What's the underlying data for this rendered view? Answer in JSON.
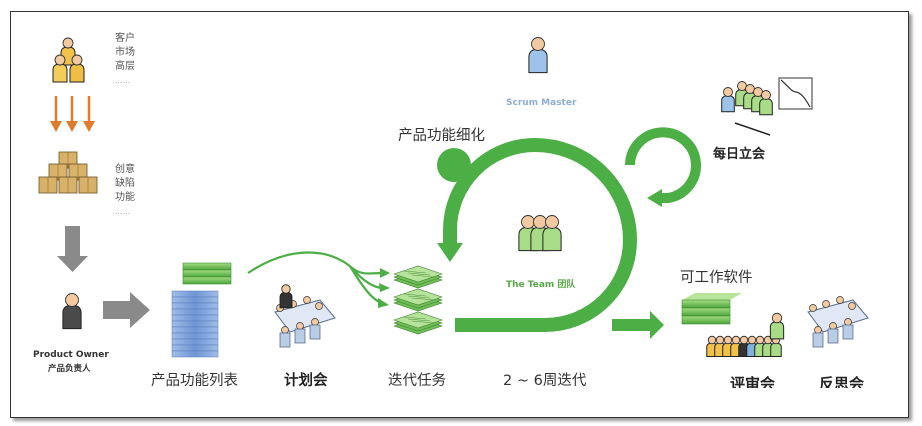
{
  "colors": {
    "green": "#4caf45",
    "green_light": "#9fd67e",
    "orange": "#e07b2e",
    "grey_arrow": "#8a8a8a",
    "blue_stack": "#7ea4dc",
    "scrum_master_text": "#8faed6",
    "team_text": "#5aa84a"
  },
  "stakeholders": {
    "icon": "group-people-icon",
    "lines": [
      "客户",
      "市场",
      "高层"
    ],
    "more": "……"
  },
  "inputs": {
    "icon": "stacked-boxes-icon",
    "lines": [
      "创意",
      "缺陷",
      "功能"
    ],
    "more": "……"
  },
  "product_owner": {
    "icon": "person-icon",
    "title_en": "Product Owner",
    "title_cn": "产品负责人"
  },
  "product_backlog": {
    "icon": "backlog-stack-icon",
    "label": "产品功能列表"
  },
  "planning_meeting": {
    "icon": "meeting-table-icon",
    "label": "计划会"
  },
  "sprint_backlog": {
    "icon": "task-stacks-icon",
    "label": "迭代任务"
  },
  "refinement": {
    "label": "产品功能细化"
  },
  "scrum_master": {
    "icon": "person-icon",
    "label": "Scrum Master"
  },
  "team": {
    "icon": "team-icon",
    "label": "The Team 团队"
  },
  "sprint": {
    "label": "2 ~ 6周迭代"
  },
  "daily_standup": {
    "icon": "standup-icon",
    "chart_icon": "burndown-chart-icon",
    "label": "每日立会"
  },
  "working_software": {
    "icon": "software-stack-icon",
    "label": "可工作软件"
  },
  "review_meeting": {
    "icon": "audience-icon",
    "label": "评审会"
  },
  "retrospective": {
    "icon": "meeting-table-icon",
    "label": "反思会"
  }
}
